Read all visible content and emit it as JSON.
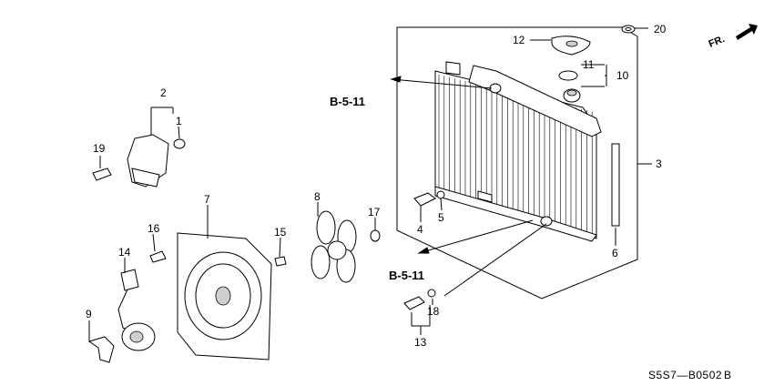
{
  "diagram": {
    "callouts": [
      {
        "id": "1",
        "text": "1"
      },
      {
        "id": "2",
        "text": "2"
      },
      {
        "id": "3",
        "text": "3"
      },
      {
        "id": "4",
        "text": "4"
      },
      {
        "id": "5",
        "text": "5"
      },
      {
        "id": "6",
        "text": "6"
      },
      {
        "id": "7",
        "text": "7"
      },
      {
        "id": "8",
        "text": "8"
      },
      {
        "id": "9",
        "text": "9"
      },
      {
        "id": "10",
        "text": "10"
      },
      {
        "id": "11",
        "text": "11"
      },
      {
        "id": "12",
        "text": "12"
      },
      {
        "id": "13",
        "text": "13"
      },
      {
        "id": "14",
        "text": "14"
      },
      {
        "id": "15",
        "text": "15"
      },
      {
        "id": "16",
        "text": "16"
      },
      {
        "id": "17",
        "text": "17"
      },
      {
        "id": "18",
        "text": "18"
      },
      {
        "id": "19",
        "text": "19"
      },
      {
        "id": "20",
        "text": "20"
      }
    ],
    "references": [
      {
        "id": "upper",
        "text": "B-5-11"
      },
      {
        "id": "lower",
        "text": "B-5-11"
      }
    ],
    "direction_label": "FR.",
    "diagram_code": "S5S7—B0502",
    "revision": "B"
  }
}
